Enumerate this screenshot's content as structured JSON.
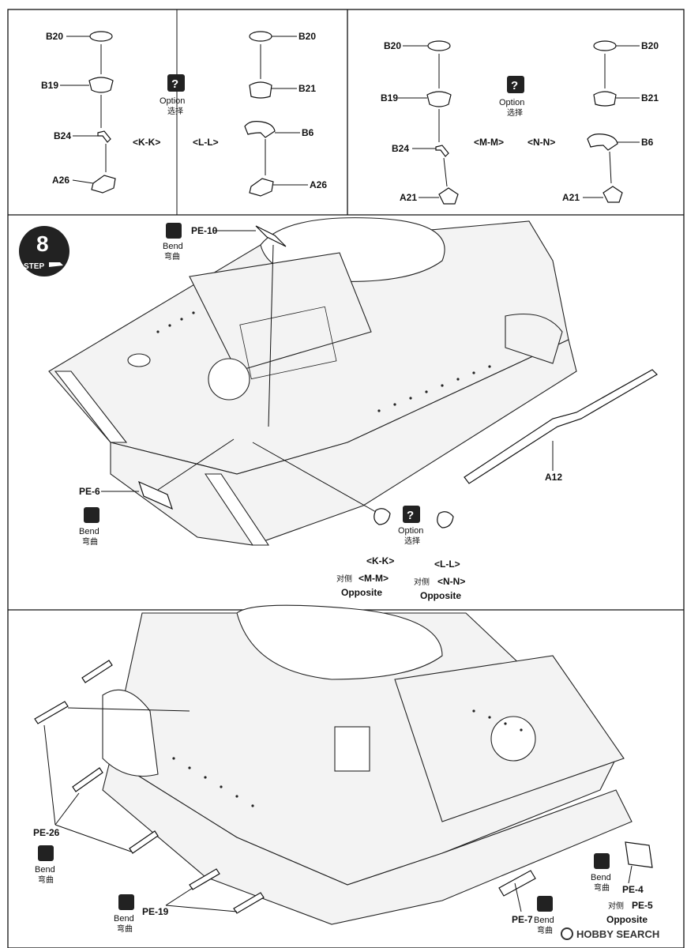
{
  "step": {
    "number": "8",
    "label": "STEP"
  },
  "option": {
    "label_en": "Option",
    "label_cn": "选择",
    "mark": "?"
  },
  "bend": {
    "label_en": "Bend",
    "label_cn": "弯曲"
  },
  "opposite": {
    "prefix_cn": "对侧",
    "label_en": "Opposite"
  },
  "panel1": {
    "left_labels": [
      "B20",
      "B19",
      "B24",
      "A26"
    ],
    "right_labels": [
      "B20",
      "B21",
      "B6",
      "A26"
    ],
    "view_left": "<K-K>",
    "view_right": "<L-L>"
  },
  "panel2": {
    "left_labels": [
      "B20",
      "B19",
      "B24",
      "A21"
    ],
    "right_labels": [
      "B20",
      "B21",
      "B6",
      "A21"
    ],
    "view_left": "<M-M>",
    "view_right": "<N-N>"
  },
  "step8": {
    "pe10": "PE-10",
    "pe6": "PE-6",
    "a12": "A12",
    "kk": "<K-K>",
    "mm": "<M-M>",
    "ll": "<L-L>",
    "nn": "<N-N>"
  },
  "lower": {
    "pe26": "PE-26",
    "pe19": "PE-19",
    "pe7": "PE-7",
    "pe4": "PE-4",
    "pe5": "PE-5"
  },
  "watermark": "HOBBY SEARCH",
  "watermark_icon": "hobby-search-logo-icon"
}
